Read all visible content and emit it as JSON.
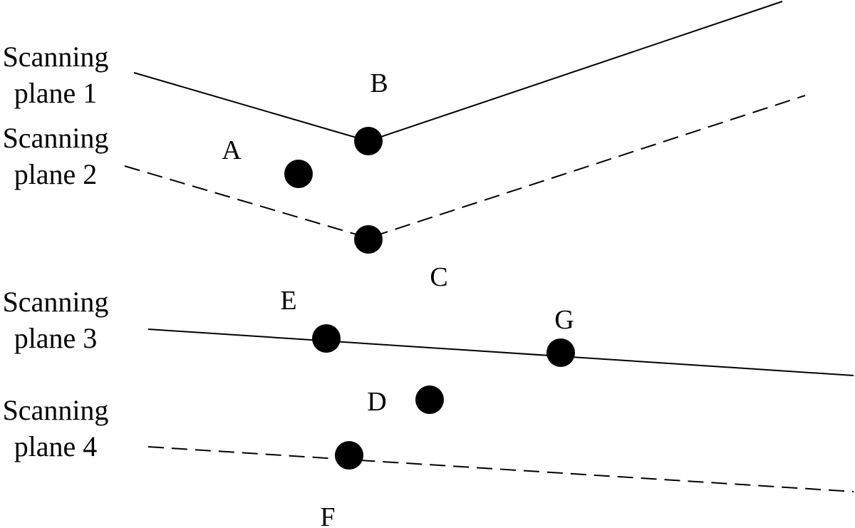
{
  "planes": [
    {
      "line1": "Scanning",
      "line2": "plane 1"
    },
    {
      "line1": "Scanning",
      "line2": "plane 2"
    },
    {
      "line1": "Scanning",
      "line2": "plane 3"
    },
    {
      "line1": "Scanning",
      "line2": "plane 4"
    }
  ],
  "points": {
    "A": "A",
    "B": "B",
    "C": "C",
    "D": "D",
    "E": "E",
    "F": "F",
    "G": "G"
  }
}
